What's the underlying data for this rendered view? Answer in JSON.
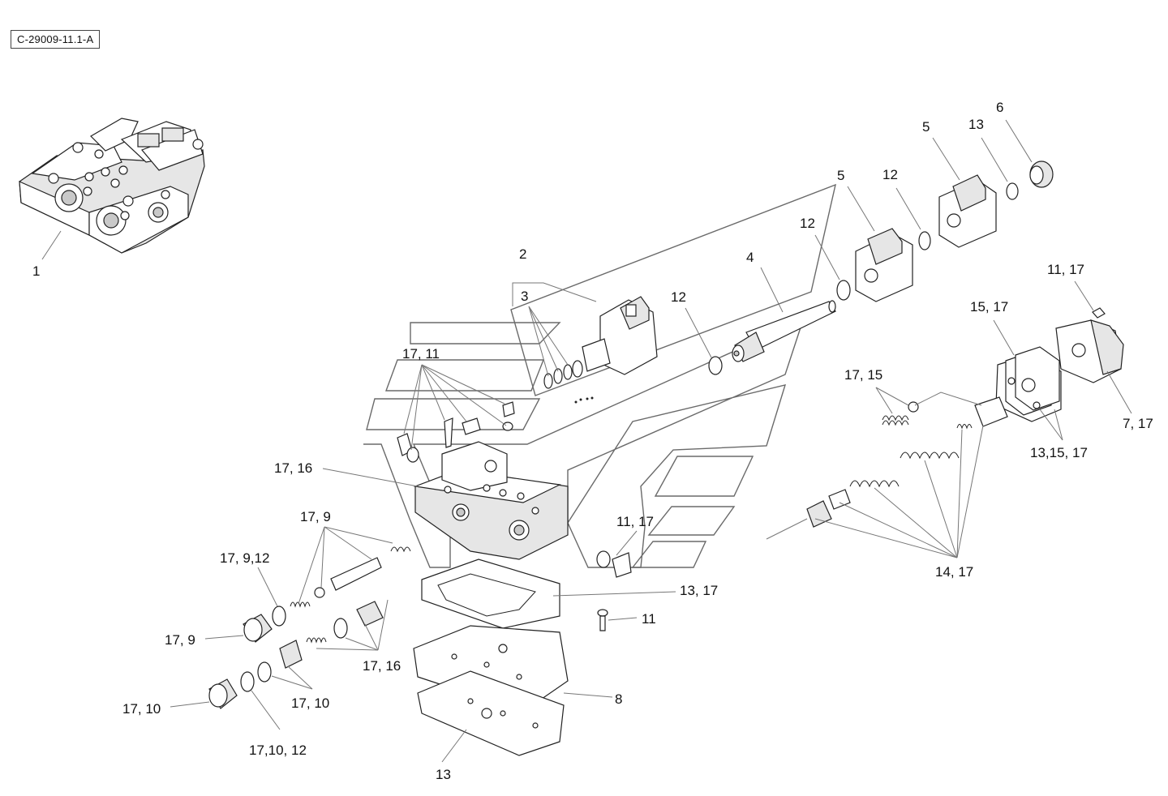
{
  "reference_code": "C-29009-11.1-A",
  "callouts": {
    "c1": "1",
    "c2": "2",
    "c3": "3",
    "c4": "4",
    "c5a": "5",
    "c5b": "5",
    "c6": "6",
    "c7_17": "7, 17",
    "c8": "8",
    "c11": "11",
    "c11_17_top": "11, 17",
    "c11_17_mid": "11, 17",
    "c12a": "12",
    "c12b": "12",
    "c12c": "12",
    "c13": "13",
    "c13_bottom": "13",
    "c13_15_17": "13,15, 17",
    "c13_17": "13, 17",
    "c14_17": "14, 17",
    "c15_17": "15, 17",
    "c17_9": "17, 9",
    "c17_9_b": "17, 9",
    "c17_9_12": "17, 9,12",
    "c17_10": "17, 10",
    "c17_10_b": "17, 10",
    "c17_10_12": "17,10, 12",
    "c17_11": "17, 11",
    "c17_15": "17, 15",
    "c17_16": "17, 16",
    "c17_16_b": "17, 16"
  }
}
